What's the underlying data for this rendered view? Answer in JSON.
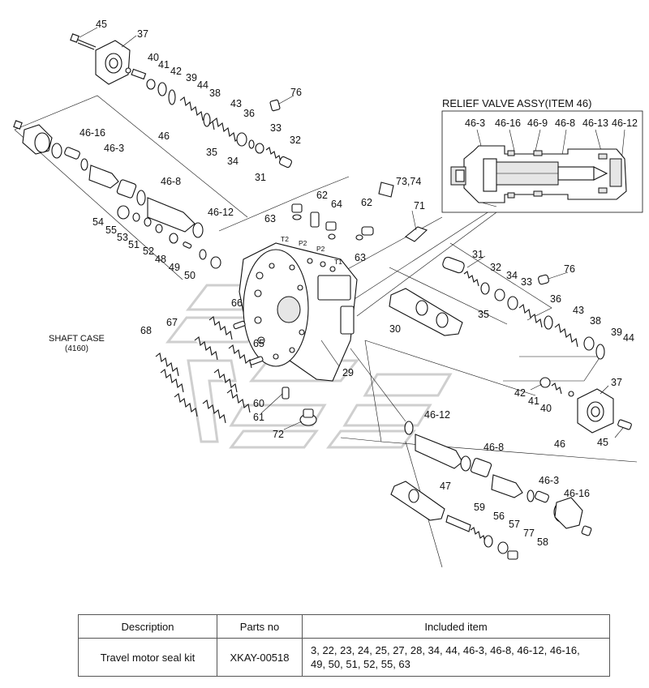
{
  "inset": {
    "title": "RELIEF VALVE ASSY(ITEM 46)",
    "labels": [
      "46-3",
      "46-16",
      "46-9",
      "46-8",
      "46-13",
      "46-12"
    ]
  },
  "side_note": {
    "line1": "SHAFT CASE",
    "line2": "(4160)"
  },
  "port_labels": {
    "t2": "T2",
    "p2a": "P2",
    "p2b": "P2",
    "t1": "T1"
  },
  "callouts": [
    "45",
    "37",
    "40",
    "41",
    "42",
    "39",
    "44",
    "38",
    "76",
    "43",
    "36",
    "33",
    "32",
    "35",
    "34",
    "31",
    "46-16",
    "46",
    "46-3",
    "46-8",
    "54",
    "55",
    "53",
    "51",
    "52",
    "48",
    "49",
    "50",
    "46-12",
    "73,74",
    "62",
    "64",
    "63",
    "62",
    "63",
    "71",
    "31",
    "32",
    "34",
    "76",
    "33",
    "35",
    "36",
    "43",
    "38",
    "39",
    "44",
    "30",
    "68",
    "67",
    "66",
    "65",
    "29",
    "60",
    "61",
    "72",
    "37",
    "42",
    "41",
    "40",
    "45",
    "46-12",
    "46",
    "46-8",
    "46-3",
    "46-16",
    "47",
    "59",
    "56",
    "57",
    "77",
    "58"
  ],
  "table": {
    "headers": [
      "Description",
      "Parts no",
      "Included item"
    ],
    "row": {
      "description": "Travel motor seal kit",
      "parts_no": "XKAY-00518",
      "included_line1": "3, 22, 23, 24, 25, 27, 28, 34, 44, 46-3, 46-8, 46-12, 46-16,",
      "included_line2": "49, 50, 51, 52, 55, 63"
    }
  }
}
